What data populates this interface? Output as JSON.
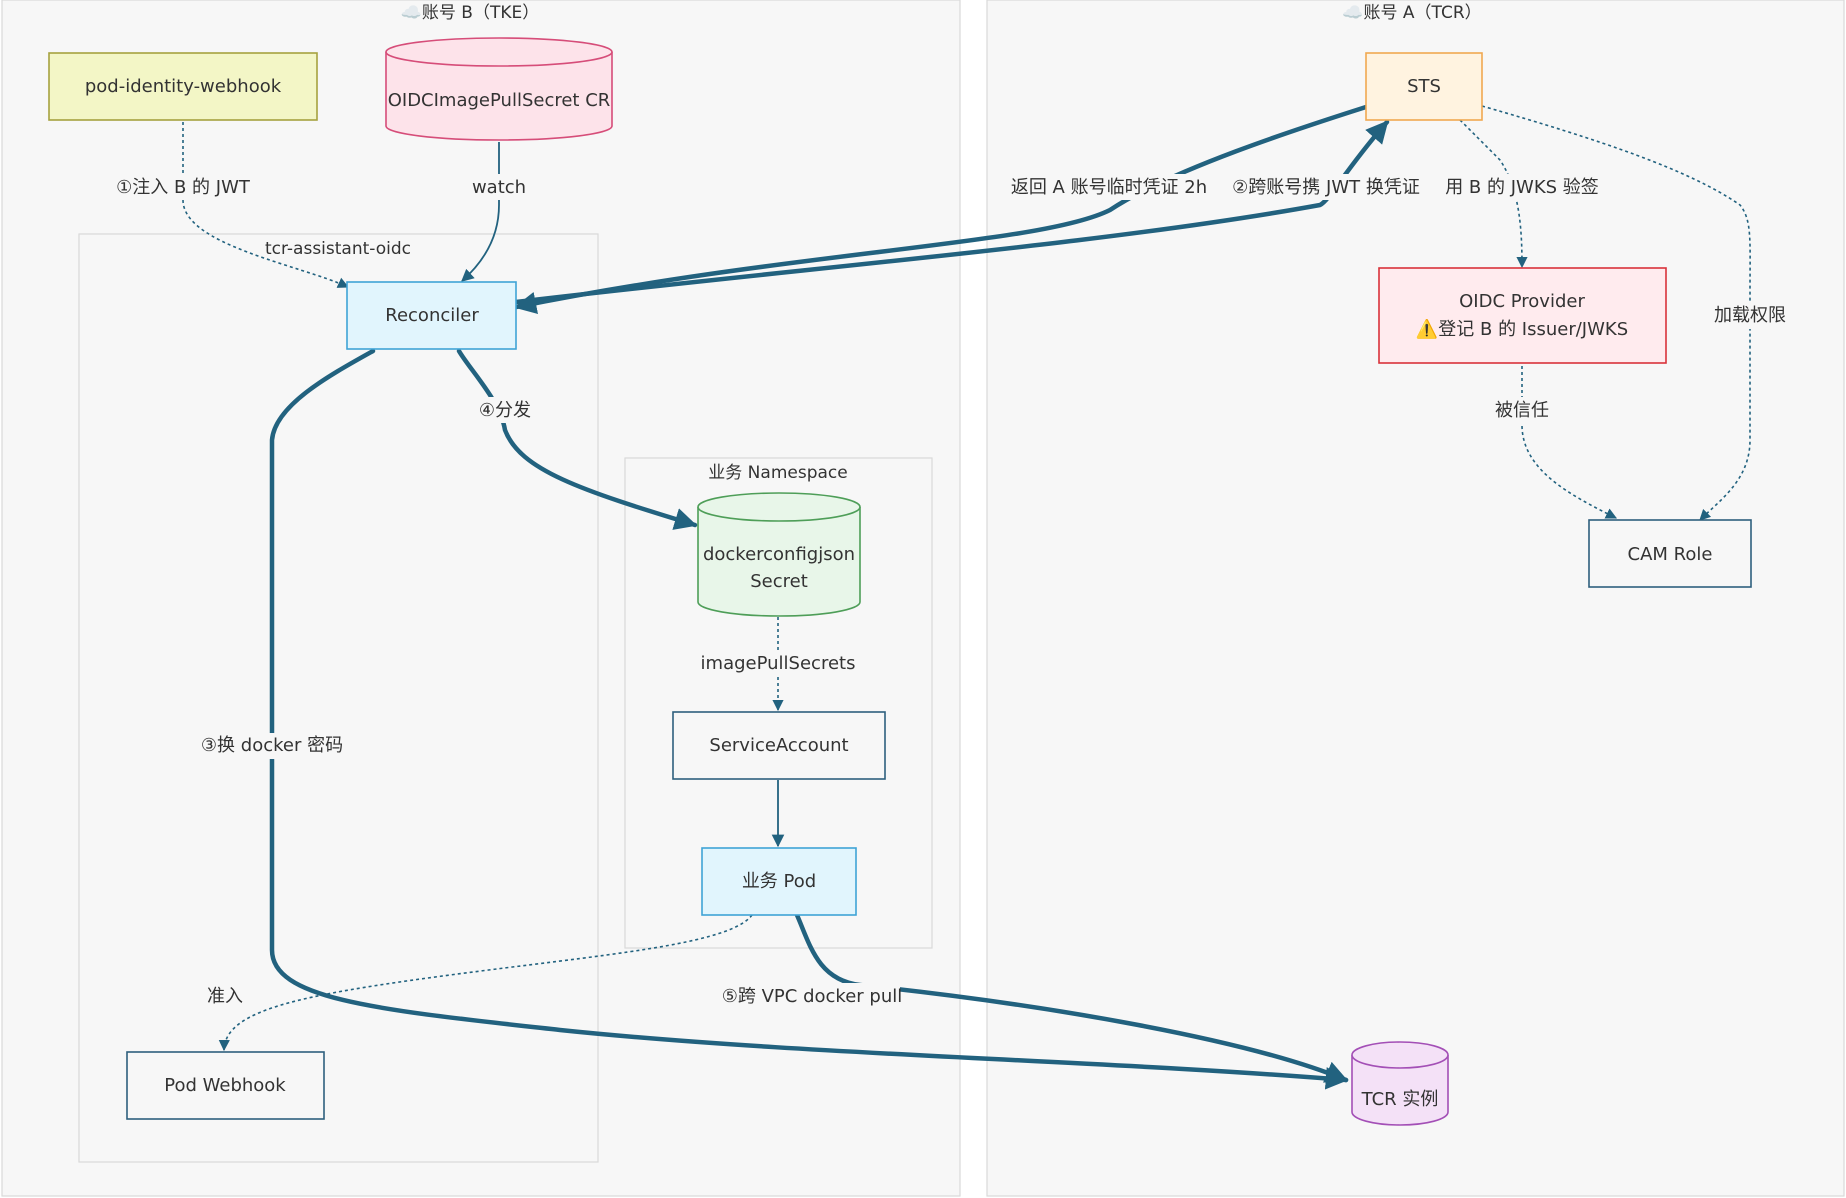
{
  "clusters": {
    "account_b": "☁️账号 B（TKE）",
    "account_a": "☁️账号 A（TCR）",
    "assistant": "tcr-assistant-oidc",
    "namespace": "业务 Namespace"
  },
  "nodes": {
    "webhook": "pod-identity-webhook",
    "oidc_cr": "OIDCImagePullSecret CR",
    "reconciler": "Reconciler",
    "secret_line1": "dockerconfigjson",
    "secret_line2": "Secret",
    "service_account": "ServiceAccount",
    "biz_pod": "业务 Pod",
    "pod_webhook": "Pod Webhook",
    "sts": "STS",
    "oidc_provider_line1": "OIDC Provider",
    "oidc_provider_line2": "⚠️登记 B 的 Issuer/JWKS",
    "cam_role": "CAM Role",
    "tcr_instance": "TCR 实例"
  },
  "edges": {
    "inject_jwt": "①注入 B 的 JWT",
    "watch": "watch",
    "return_temp": "返回 A 账号临时凭证 2h",
    "exchange": "②跨账号携 JWT 换凭证",
    "jwks_verify": "用 B 的 JWKS 验签",
    "load_perm": "加载权限",
    "dispatch": "④分发",
    "trusted": "被信任",
    "docker_pwd": "③换 docker 密码",
    "image_pull_secrets": "imagePullSecrets",
    "admit": "准入",
    "cross_vpc_pull": "⑤跨 VPC docker pull"
  },
  "colors": {
    "edge": "#22627f",
    "webhook_fill": "#f3f6c6",
    "webhook_stroke": "#a6a240",
    "cr_fill": "#fde3ea",
    "cr_stroke": "#d64d79",
    "reconciler_fill": "#e1f5fd",
    "reconciler_stroke": "#3fa3d6",
    "secret_fill": "#e8f6e9",
    "secret_stroke": "#4e9e58",
    "sts_fill": "#fff3e0",
    "sts_stroke": "#f0a850",
    "oidc_fill": "#ffebee",
    "oidc_stroke": "#d9323a",
    "tcr_fill": "#f4e1f7",
    "tcr_stroke": "#a34fb6",
    "plain_stroke": "#2e5f7d"
  }
}
